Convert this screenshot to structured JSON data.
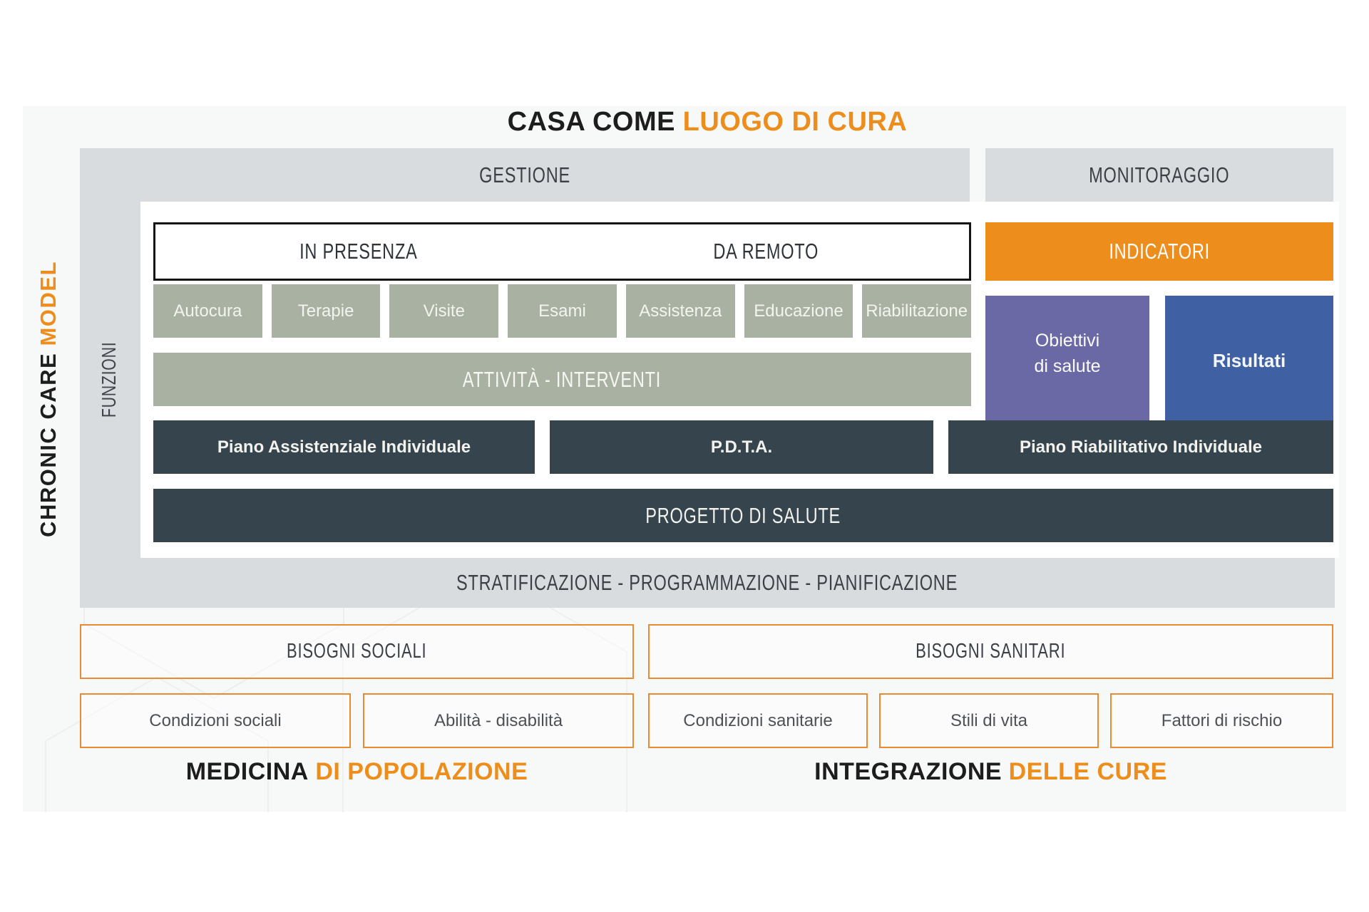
{
  "title": {
    "prefix": "CASA COME",
    "highlight": "LUOGO DI CURA"
  },
  "left_axis": {
    "prefix": "CHRONIC CARE",
    "highlight": "MODEL"
  },
  "funzioni_label": "FUNZIONI",
  "sections": {
    "gestione": "GESTIONE",
    "monitoraggio": "MONITORAGGIO",
    "in_presenza": "IN PRESENZA",
    "da_remoto": "DA REMOTO",
    "indicatori": "INDICATORI",
    "attivita_interventi": "ATTIVITÀ - INTERVENTI",
    "obiettivi_line1": "Obiettivi",
    "obiettivi_line2": "di salute",
    "risultati": "Risultati",
    "progetto_di_salute": "PROGETTO DI SALUTE",
    "stratificazione": "STRATIFICAZIONE - PROGRAMMAZIONE - PIANIFICAZIONE"
  },
  "activities": [
    "Autocura",
    "Terapie",
    "Visite",
    "Esami",
    "Assistenza",
    "Educazione",
    "Riabilitazione"
  ],
  "plans": [
    "Piano Assistenziale Individuale",
    "P.D.T.A.",
    "Piano Riabilitativo Individuale"
  ],
  "needs": {
    "social_title": "BISOGNI SOCIALI",
    "health_title": "BISOGNI SANITARI",
    "social_items": [
      "Condizioni sociali",
      "Abilità - disabilità"
    ],
    "health_items": [
      "Condizioni sanitarie",
      "Stili di vita",
      "Fattori di rischio"
    ]
  },
  "footer": {
    "left_prefix": "MEDICINA",
    "left_highlight": "DI POPOLAZIONE",
    "right_prefix": "INTEGRAZIONE",
    "right_highlight": "DELLE CURE"
  },
  "colors": {
    "orange": "#ED8E1C",
    "orange-border": "#E98B33",
    "band-gray": "#D8DCDE",
    "sage": "#A9B2A2",
    "dark-slate": "#36454D",
    "purple": "#6A69A6",
    "blue": "#3F61A4",
    "panel-bg": "#F7F8F8",
    "text-dark": "#3B4046",
    "title-dark": "#1D1D1D"
  }
}
